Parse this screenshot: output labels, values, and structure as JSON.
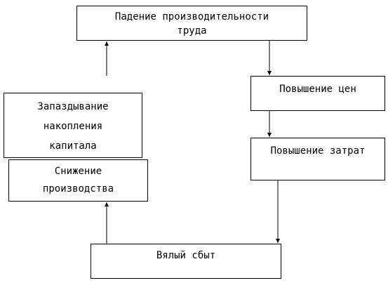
{
  "nodes": {
    "productivity_decline": {
      "lines": [
        "Падение производительности",
        "труда"
      ]
    },
    "price_increase": {
      "lines": [
        "Повышение цен"
      ]
    },
    "cost_increase": {
      "lines": [
        "Повышение затрат"
      ]
    },
    "sluggish_sales": {
      "lines": [
        "Вялый сбыт"
      ]
    },
    "production_decline": {
      "lines": [
        "Снижение",
        "производства"
      ]
    },
    "capital_lag": {
      "lines": [
        "Запаздывание",
        "накопления",
        "капитала"
      ]
    }
  },
  "colors": {
    "line": "#000000",
    "background": "#ffffff"
  }
}
